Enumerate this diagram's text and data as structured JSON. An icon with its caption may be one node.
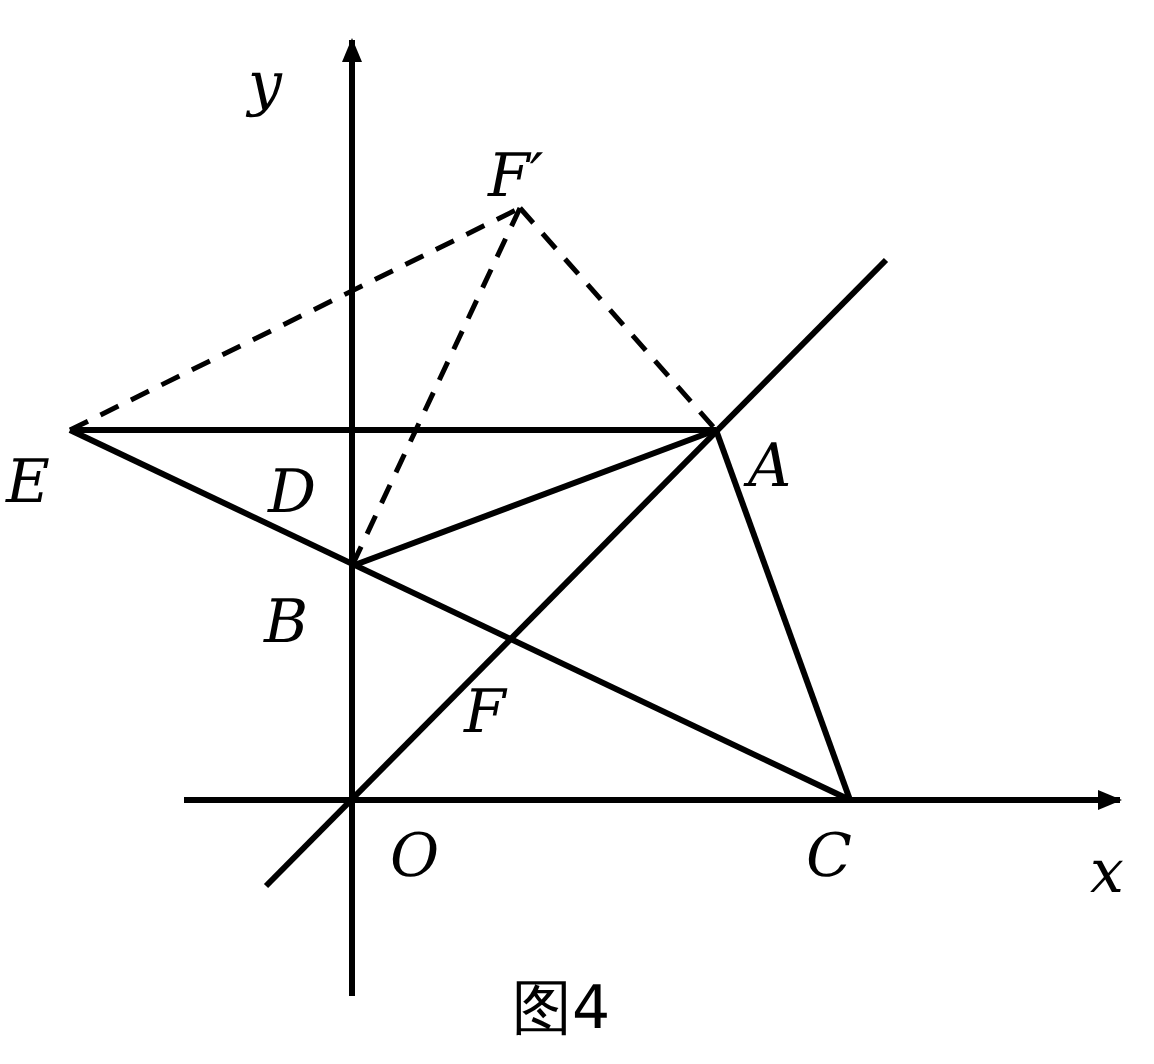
{
  "diagram": {
    "caption": "图4",
    "nodes": [
      {
        "text": [],
        "shape": "point",
        "beside": [
          "F′"
        ]
      },
      {
        "text": [],
        "shape": "point",
        "beside": [
          "E"
        ]
      },
      {
        "text": [],
        "shape": "point",
        "beside": [
          "A"
        ]
      },
      {
        "text": [],
        "shape": "point",
        "beside": [
          "B"
        ]
      },
      {
        "text": [],
        "shape": "point",
        "beside": [
          "C"
        ]
      }
    ],
    "edges": [
      {
        "from": 1,
        "to": 2,
        "arrow": "none"
      },
      {
        "from": 1,
        "to": 4,
        "arrow": "none"
      },
      {
        "from": 2,
        "to": 3,
        "arrow": "none"
      },
      {
        "from": 2,
        "to": 4,
        "arrow": "none"
      },
      {
        "from": 1,
        "to": 0,
        "arrow": "none",
        "style": "dashed"
      },
      {
        "from": 0,
        "to": 2,
        "arrow": "none",
        "style": "dashed"
      },
      {
        "from": 0,
        "to": 3,
        "arrow": "none",
        "style": "dashed"
      }
    ],
    "labels": [
      "y",
      "D",
      "F",
      "O",
      "x"
    ]
  }
}
